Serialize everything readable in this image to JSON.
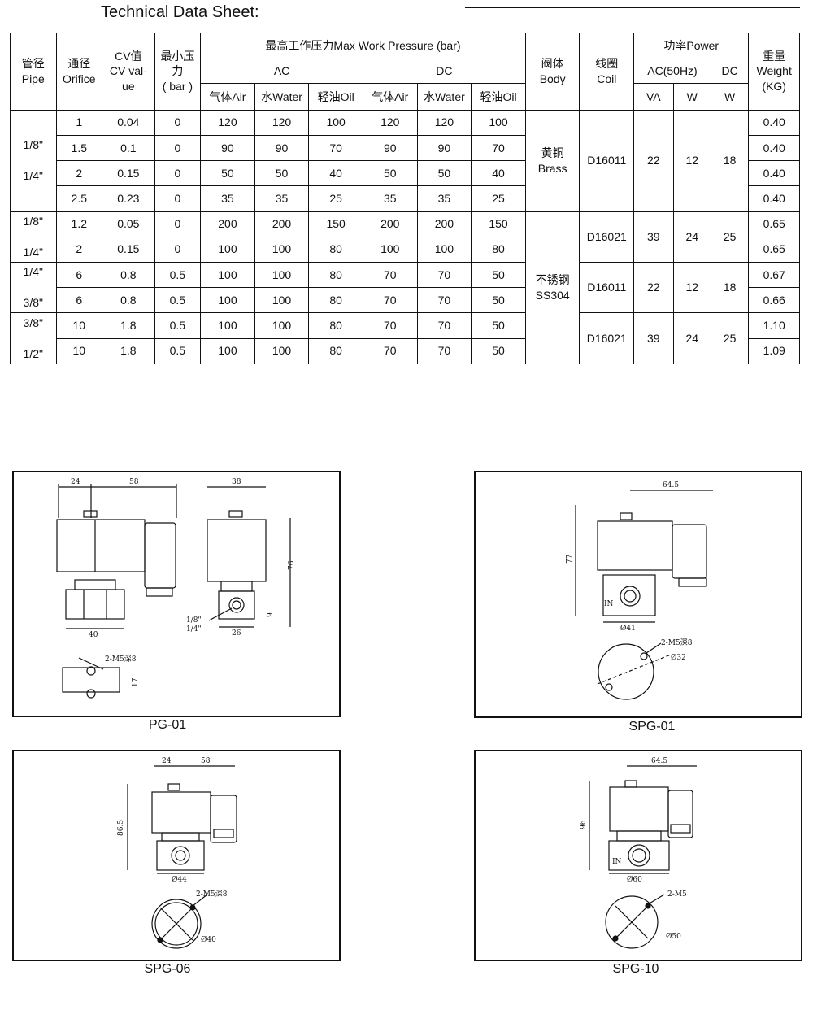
{
  "page": {
    "title": "Technical Data Sheet:"
  },
  "table": {
    "headers": {
      "pipe": "管径\nPipe",
      "orifice": "通径\nOrifice",
      "cv": "CV值\nCV val-\nue",
      "min_pressure": "最小压\n力\n( bar )",
      "max_work_pressure": "最高工作压力Max Work Pressure (bar)",
      "ac": "AC",
      "dc": "DC",
      "air": "气体Air",
      "water": "水Water",
      "oil": "轻油Oil",
      "body": "阀体\nBody",
      "coil": "线圈\nCoil",
      "power": "功率Power",
      "ac_hz": "AC(50Hz)",
      "dc_power": "DC",
      "va": "VA",
      "w_ac": "W",
      "w_dc": "W",
      "weight": "重量\nWeight\n(KG)"
    },
    "pipe_groups": [
      {
        "lines": "1/8\"\n\n1/4\""
      },
      {
        "lines": "1/8\"\n\n1/4\""
      },
      {
        "lines": "1/4\"\n\n3/8\""
      },
      {
        "lines": "3/8\"\n\n1/2\""
      }
    ],
    "rows": [
      {
        "orifice": "1",
        "cv": "0.04",
        "min": "0",
        "ac_air": "120",
        "ac_water": "120",
        "ac_oil": "100",
        "dc_air": "120",
        "dc_water": "120",
        "dc_oil": "100",
        "weight": "0.40"
      },
      {
        "orifice": "1.5",
        "cv": "0.1",
        "min": "0",
        "ac_air": "90",
        "ac_water": "90",
        "ac_oil": "70",
        "dc_air": "90",
        "dc_water": "90",
        "dc_oil": "70",
        "weight": "0.40"
      },
      {
        "orifice": "2",
        "cv": "0.15",
        "min": "0",
        "ac_air": "50",
        "ac_water": "50",
        "ac_oil": "40",
        "dc_air": "50",
        "dc_water": "50",
        "dc_oil": "40",
        "weight": "0.40"
      },
      {
        "orifice": "2.5",
        "cv": "0.23",
        "min": "0",
        "ac_air": "35",
        "ac_water": "35",
        "ac_oil": "25",
        "dc_air": "35",
        "dc_water": "35",
        "dc_oil": "25",
        "weight": "0.40"
      },
      {
        "orifice": "1.2",
        "cv": "0.05",
        "min": "0",
        "ac_air": "200",
        "ac_water": "200",
        "ac_oil": "150",
        "dc_air": "200",
        "dc_water": "200",
        "dc_oil": "150",
        "weight": "0.65"
      },
      {
        "orifice": "2",
        "cv": "0.15",
        "min": "0",
        "ac_air": "100",
        "ac_water": "100",
        "ac_oil": "80",
        "dc_air": "100",
        "dc_water": "100",
        "dc_oil": "80",
        "weight": "0.65"
      },
      {
        "orifice": "6",
        "cv": "0.8",
        "min": "0.5",
        "ac_air": "100",
        "ac_water": "100",
        "ac_oil": "80",
        "dc_air": "70",
        "dc_water": "70",
        "dc_oil": "50",
        "weight": "0.67"
      },
      {
        "orifice": "6",
        "cv": "0.8",
        "min": "0.5",
        "ac_air": "100",
        "ac_water": "100",
        "ac_oil": "80",
        "dc_air": "70",
        "dc_water": "70",
        "dc_oil": "50",
        "weight": "0.66"
      },
      {
        "orifice": "10",
        "cv": "1.8",
        "min": "0.5",
        "ac_air": "100",
        "ac_water": "100",
        "ac_oil": "80",
        "dc_air": "70",
        "dc_water": "70",
        "dc_oil": "50",
        "weight": "1.10"
      },
      {
        "orifice": "10",
        "cv": "1.8",
        "min": "0.5",
        "ac_air": "100",
        "ac_water": "100",
        "ac_oil": "80",
        "dc_air": "70",
        "dc_water": "70",
        "dc_oil": "50",
        "weight": "1.09"
      }
    ],
    "body_groups": [
      {
        "text": "黄铜\nBrass"
      },
      {
        "text": "不锈钢\nSS304"
      }
    ],
    "coil_groups": [
      {
        "coil": "D16011",
        "va": "22",
        "w_ac": "12",
        "w_dc": "18"
      },
      {
        "coil": "D16021",
        "va": "39",
        "w_ac": "24",
        "w_dc": "25"
      },
      {
        "coil": "D16011",
        "va": "22",
        "w_ac": "12",
        "w_dc": "18"
      },
      {
        "coil": "D16021",
        "va": "39",
        "w_ac": "24",
        "w_dc": "25"
      }
    ]
  },
  "drawings": {
    "pg01": {
      "caption": "PG-01",
      "dim_24": "24",
      "dim_58": "58",
      "dim_38": "38",
      "dim_76": "76",
      "dim_9": "9",
      "dim_40": "40",
      "dim_26": "26",
      "dim_17": "17",
      "pipe_1": "1/8\"",
      "pipe_2": "1/4\"",
      "thread": "2-M5深8"
    },
    "spg01": {
      "caption": "SPG-01",
      "dim_645": "64.5",
      "dim_77": "77",
      "inlet": "IN",
      "dim_d41": "Ø41",
      "thread": "2-M5深8",
      "dim_d32": "Ø32"
    },
    "spg06": {
      "caption": "SPG-06",
      "dim_24": "24",
      "dim_58": "58",
      "dim_865": "86.5",
      "dim_d44": "Ø44",
      "thread": "2-M5深8",
      "dim_d40": "Ø40"
    },
    "spg10": {
      "caption": "SPG-10",
      "dim_645": "64.5",
      "dim_96": "96",
      "inlet": "IN",
      "dim_d60": "Ø60",
      "thread": "2-M5",
      "dim_d50": "Ø50"
    }
  }
}
